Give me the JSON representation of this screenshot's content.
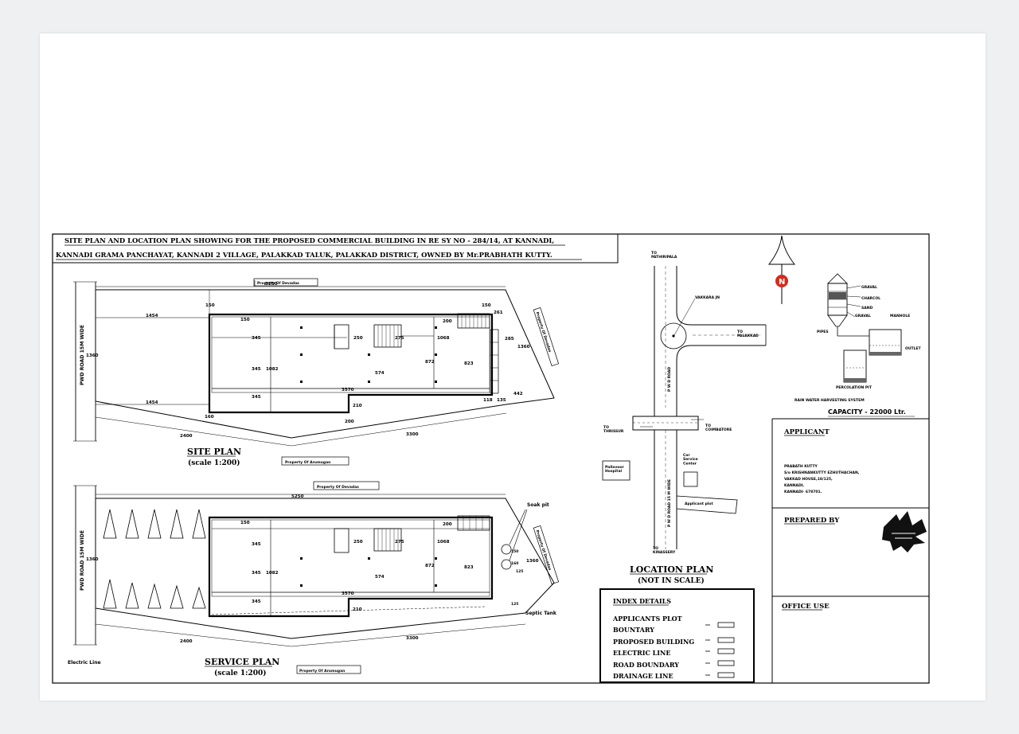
{
  "title": {
    "line1": "SITE PLAN AND LOCATION PLAN  SHOWING FOR THE PROPOSED COMMERCIAL BUILDING IN RE SY NO - 284/14, AT KANNADI,",
    "line2": "KANNADI GRAMA PANCHAYAT, KANNADI 2 VILLAGE, PALAKKAD TALUK, PALAKKAD DISTRICT, OWNED BY Mr.PRABHATH KUTTY."
  },
  "site_plan": {
    "heading": "SITE PLAN",
    "scale": "(scale 1:200)",
    "property_top": "Property Of Devadas",
    "property_bottom": "Property Of Arumugan",
    "property_right": "Property Of Devadas",
    "road_label": "PWD ROAD 15M WIDE",
    "dims": {
      "top_total": "5250",
      "road_depth": "1360",
      "right_depth": "1360",
      "front_top": "1454",
      "front_bottom": "1454",
      "setback_top": "150",
      "setback_bottom": "160",
      "inner_150": "150",
      "right_261": "261",
      "right_285": "285",
      "right_442": "442",
      "bottom_118": "118",
      "bottom_135": "135",
      "bottom_left": "2400",
      "bottom_right": "3300",
      "room_345a": "345",
      "room_345b": "345",
      "room_345c": "345",
      "room_1082": "1082",
      "hall_3570": "3570",
      "stair_250": "250",
      "stair_275": "275",
      "room_574": "574",
      "room_1068": "1068",
      "room_872": "872",
      "room_823": "823",
      "room_200": "200",
      "step_210": "210",
      "step_200": "200"
    }
  },
  "service_plan": {
    "heading": "SERVICE PLAN",
    "scale": "(scale 1:200)",
    "property_top": "Property Of Devadas",
    "property_bottom": "Property Of Arumugan",
    "property_right": "Property Of Devadas",
    "road_label": "PWD ROAD 15M WIDE",
    "soak_pit": "Soak pit",
    "septic_tank": "Septic Tank",
    "electric_line": "Electric Line",
    "dims": {
      "top_total": "5250",
      "road_depth": "1360",
      "right_depth": "1360",
      "inner_150": "150",
      "room_345a": "345",
      "room_345b": "345",
      "room_345c": "345",
      "room_1082": "1082",
      "hall_3570": "3570",
      "stair_250": "250",
      "stair_275": "275",
      "room_574": "574",
      "room_1068": "1068",
      "room_872": "872",
      "room_823": "823",
      "room_200": "200",
      "step_210": "210",
      "pit_150": "150",
      "pit_160": "160",
      "pit_125": "125",
      "bottom_125": "125",
      "bottom_left": "2400",
      "bottom_right": "3300"
    }
  },
  "location_plan": {
    "heading": "LOCATION PLAN",
    "scale": "(NOT IN SCALE)",
    "to_top": "TO\nPATHIRIPALA",
    "to_right": "TO\nPALAKKAD",
    "to_left": "TO\nTHRISSUR",
    "to_east": "TO\nCOIMBATORE",
    "to_bottom": "TO\nKINASSERY",
    "junction": "VAKKARA JN",
    "road_upper": "P W D ROAD",
    "road_lower": "P W D ROAD 15 M WIDE",
    "hospital": "Pallavoor\nHospital",
    "car_service": "Car\nService\nCenter",
    "applicant_plot": "Applicant plot"
  },
  "north_symbol": {
    "letter": "N"
  },
  "rain_water": {
    "graval_top": "GRAVAL",
    "charcol": "CHARCOL",
    "sand": "SAND",
    "graval_bottom": "GRAVAL",
    "manhole": "MANHOLE",
    "pipes": "PIPES",
    "outlet": "OUTLET",
    "perc_pit": "PERCOLATION PIT",
    "system": "RAIN WATER HARVESTING SYSTEM",
    "capacity": "CAPACITY  -  22000 Ltr."
  },
  "applicant": {
    "heading": "APPLICANT",
    "lines": [
      "PRABATH KUTTY",
      "S/o KRISHNANKUTTY EZHUTHACHAN,",
      "VAKKAD HOUSE,18/125,",
      "KANNADI,",
      "KANNADI- 678701."
    ]
  },
  "prepared_by": {
    "heading": "PREPARED BY"
  },
  "office_use": {
    "heading": "OFFICE USE"
  },
  "index": {
    "heading": "INDEX DETAILS",
    "items": [
      "APPLICANTS PLOT",
      "BOUNTARY",
      "PROPOSED BUILDING",
      "ELECTRIC LINE",
      "ROAD BOUNDARY",
      "DRAINAGE LINE"
    ]
  }
}
